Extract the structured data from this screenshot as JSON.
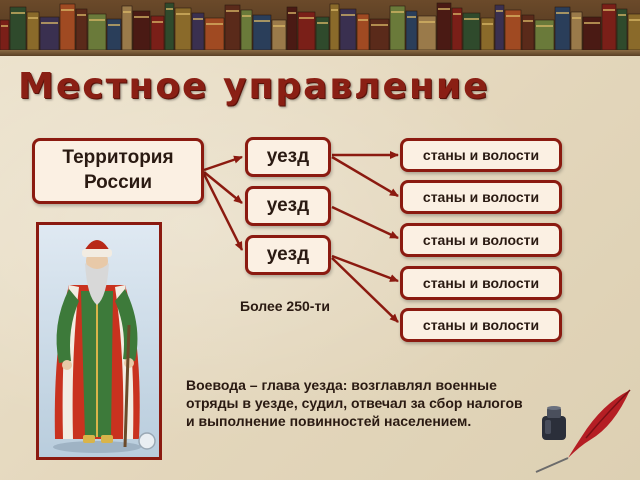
{
  "slide": {
    "title": "Местное управление"
  },
  "diagram": {
    "territory_label": "Территория России",
    "uezds": [
      "уезд",
      "уезд",
      "уезд"
    ],
    "stans": [
      "станы и волости",
      "станы и волости",
      "станы и волости",
      "станы и волости",
      "станы и волости"
    ],
    "count_note": "Более 250-ти"
  },
  "description": {
    "text": "Воевода – глава уезда: возглавлял военные отряды в уезде, судил, отвечал за сбор налогов и выполнение повинностей населением."
  },
  "colors": {
    "accent": "#8b1a10",
    "box_fill": "#fbf0e3",
    "title": "#8a1f14",
    "background": "#e8ddc4"
  },
  "icons": [
    "bookshelf-icon",
    "voevoda-portrait-icon",
    "inkwell-icon",
    "quill-icon"
  ]
}
